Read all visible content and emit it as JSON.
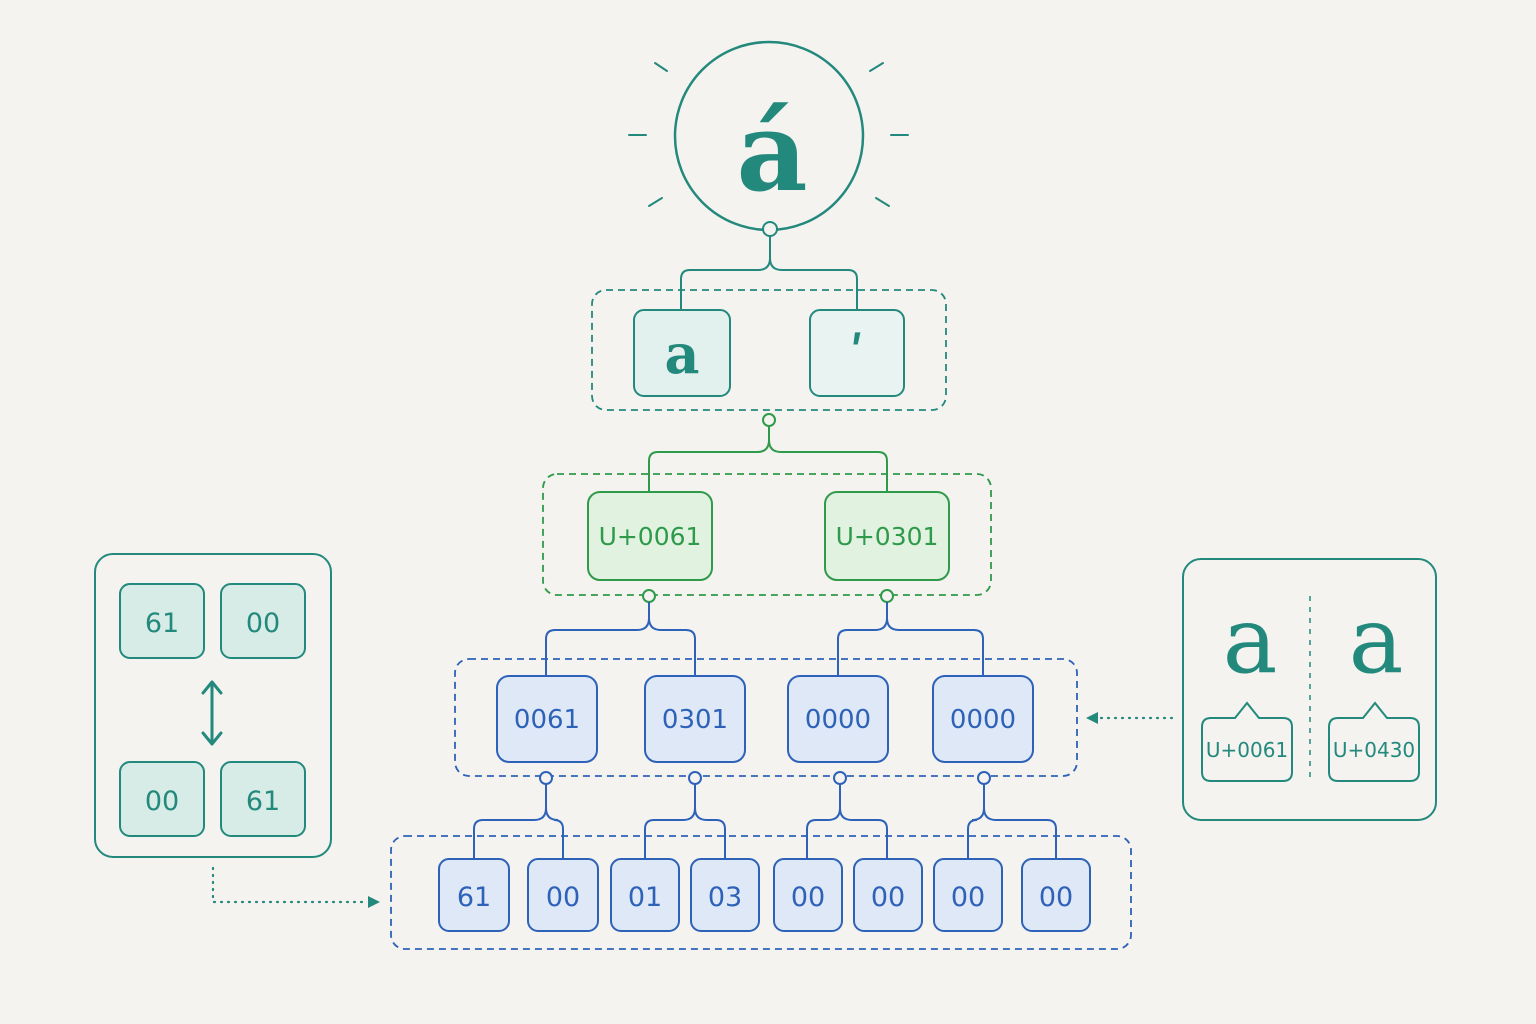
{
  "colors": {
    "background": "#f4f3f0",
    "teal": "#23897c",
    "teal_fill": "#e3f1ee",
    "teal_fill_light": "#e9f3f1",
    "green": "#2f9a4a",
    "green_fill": "#e1f2e1",
    "blue": "#2d62b8",
    "blue_fill": "#dfe8f6"
  },
  "root_glyph": "á",
  "graphemes": [
    "a",
    "ʹ"
  ],
  "code_points": [
    "U+0061",
    "U+0301"
  ],
  "code_units": [
    "0061",
    "0301",
    "0000",
    "0000"
  ],
  "bytes": [
    "61",
    "00",
    "01",
    "03",
    "00",
    "00",
    "00",
    "00"
  ],
  "endianness_panel": {
    "top": [
      "61",
      "00"
    ],
    "bottom": [
      "00",
      "61"
    ],
    "icon": "double-arrow-vertical-icon"
  },
  "homoglyph_panel": {
    "left": {
      "glyph": "a",
      "code": "U+0061"
    },
    "right": {
      "glyph": "a",
      "code": "U+0430"
    }
  }
}
